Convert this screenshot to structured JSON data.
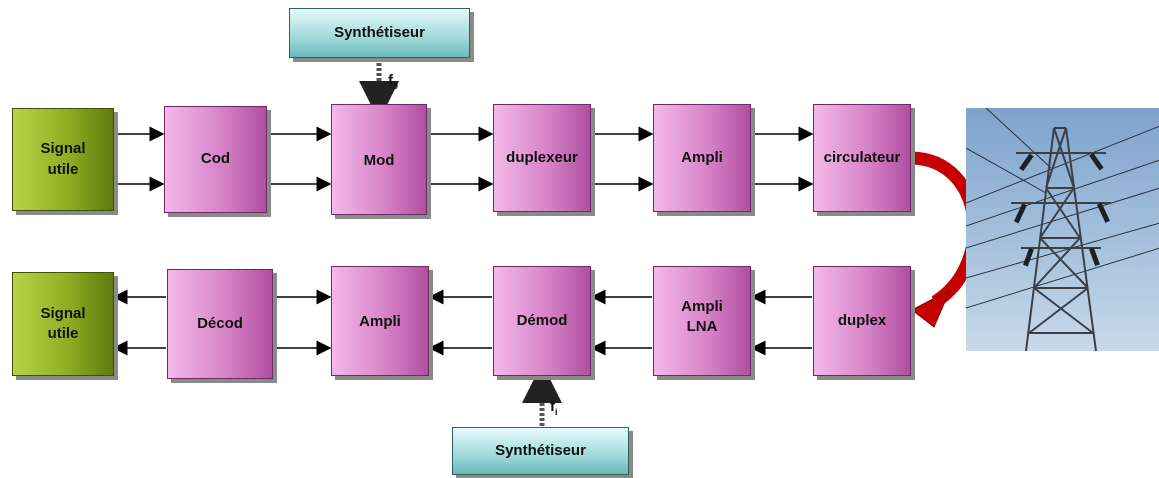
{
  "diagram": {
    "transmit_chain": {
      "source": "Signal\nutile",
      "blocks": [
        "Cod",
        "Mod",
        "duplexeur",
        "Ampli",
        "circulateur"
      ]
    },
    "receive_chain": {
      "sink": "Signal\nutile",
      "blocks": [
        "Décod",
        "Ampli",
        "Démod",
        "Ampli\nLNA",
        "duplex"
      ]
    },
    "synth_top": {
      "label": "Synthétiseur",
      "freq_label": "f",
      "freq_sub": "0"
    },
    "synth_bottom": {
      "label": "Synthétiseur",
      "freq_label": "f",
      "freq_sub": "i"
    },
    "colors": {
      "block_pink": "#d784c8",
      "block_green": "#8fae22",
      "synth_teal": "#9fd9da",
      "curved_arrow": "#d40000",
      "sky": "#9ab8d6"
    },
    "image": {
      "subject": "power-pylon"
    }
  }
}
